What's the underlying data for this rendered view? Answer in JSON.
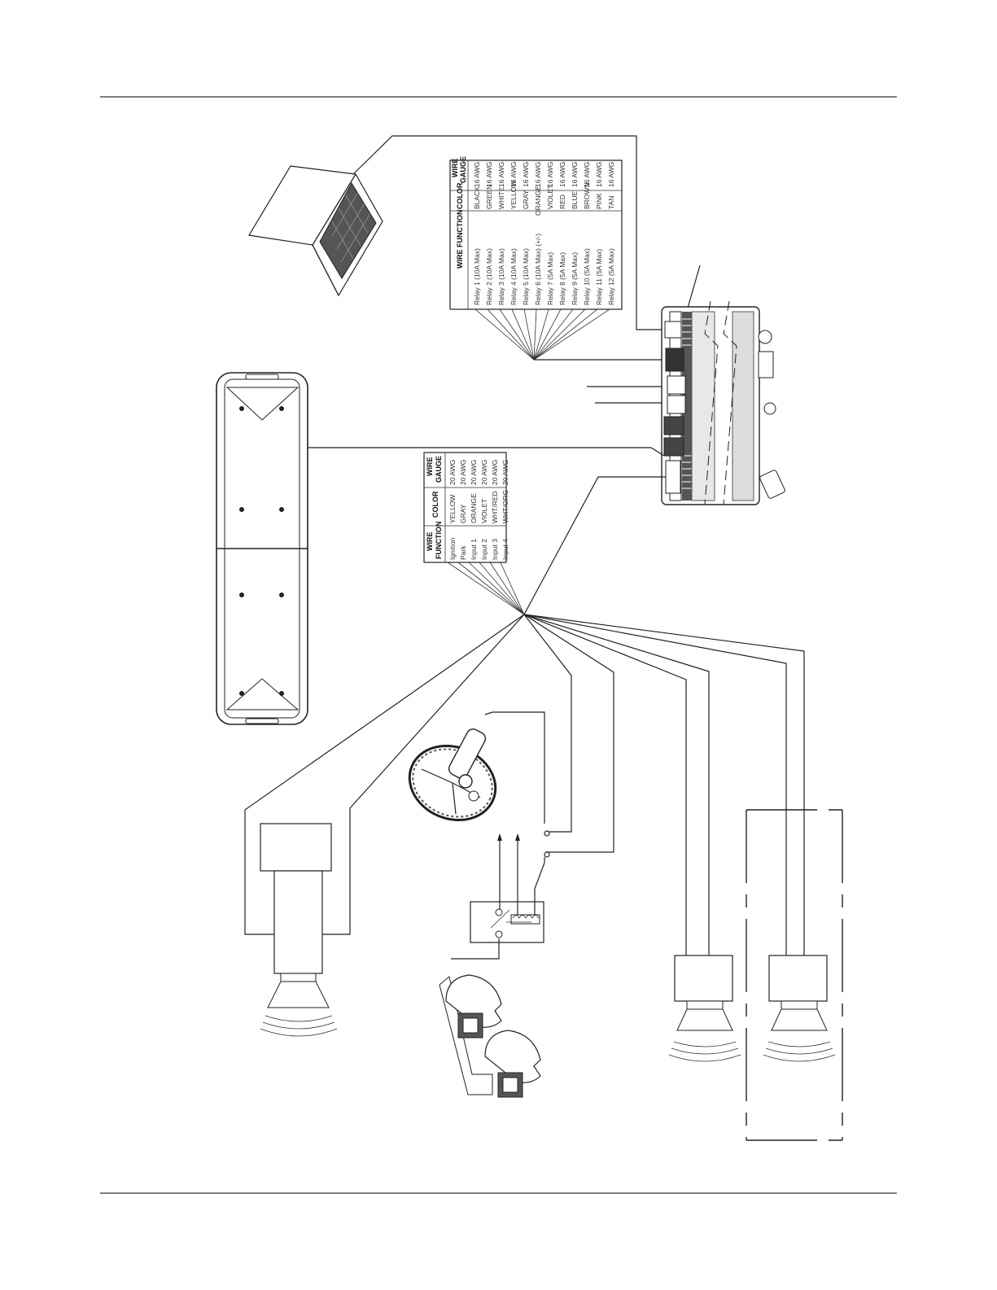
{
  "relay_table": {
    "headers": [
      "WIRE FUNCTION",
      "COLOR",
      "WIRE",
      "GAUGE"
    ],
    "rows": [
      [
        "Relay 1 (10A Max)",
        "BLACK",
        "16 AWG"
      ],
      [
        "Relay 2 (10A Max)",
        "GREEN",
        "16 AWG"
      ],
      [
        "Relay 3 (10A Max)",
        "WHITE",
        "16 AWG"
      ],
      [
        "Relay 4 (10A Max)",
        "YELLOW",
        "16 AWG"
      ],
      [
        "Relay 5 (10A Max)",
        "GRAY",
        "16 AWG"
      ],
      [
        "Relay 6 (10A Max) (+/-)",
        "ORANGE",
        "16 AWG"
      ],
      [
        "Relay 7 (5A Max)",
        "VIOLET",
        "16 AWG"
      ],
      [
        "Relay 8 (5A Max)",
        "RED",
        "16 AWG"
      ],
      [
        "Relay 9 (5A Max)",
        "BLUE",
        "16 AWG"
      ],
      [
        "Relay 10 (5A Max)",
        "BROWN",
        "16 AWG"
      ],
      [
        "Relay 11 (5A Max)",
        "PINK",
        "16 AWG"
      ],
      [
        "Relay 12 (5A Max)",
        "TAN",
        "16 AWG"
      ]
    ]
  },
  "input_table": {
    "headers": [
      "WIRE",
      "FUNCTION",
      "COLOR",
      "WIRE",
      "GAUGE"
    ],
    "rows": [
      [
        "Ignition",
        "YELLOW",
        "20 AWG"
      ],
      [
        "Park",
        "GRAY",
        "20 AWG"
      ],
      [
        "Input 1",
        "ORANGE",
        "20 AWG"
      ],
      [
        "Input 2",
        "VIOLET",
        "20 AWG"
      ],
      [
        "Input 3",
        "WHT/RED",
        "20 AWG"
      ],
      [
        "Input 4",
        "WHT/ORG",
        "20 AWG"
      ]
    ]
  },
  "icons": [
    "laptop-icon",
    "lightbar-icon",
    "control-box-icon",
    "speaker-icon",
    "horn-icon",
    "relay-icon",
    "steering-wheel-icon"
  ]
}
